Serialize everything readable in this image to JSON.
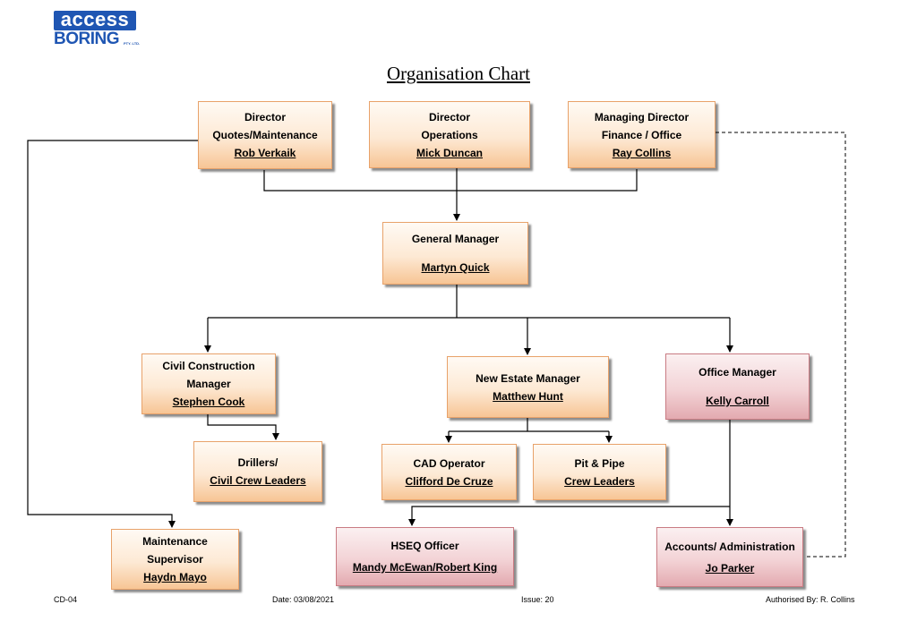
{
  "logo": {
    "line1": "access",
    "line2": "BORING",
    "suffix": "PTY. LTD."
  },
  "title": "Organisation Chart",
  "nodes": {
    "director_quotes": {
      "role1": "Director",
      "role2": "Quotes/Maintenance",
      "name": "Rob Verkaik"
    },
    "director_operations": {
      "role1": "Director",
      "role2": "Operations",
      "name": "Mick Duncan"
    },
    "managing_director": {
      "role1": "Managing Director",
      "role2": "Finance / Office",
      "name": "Ray Collins"
    },
    "general_manager": {
      "role1": "General Manager",
      "name": "Martyn Quick"
    },
    "civil_construction_manager": {
      "role1": "Civil Construction",
      "role2": "Manager",
      "name": "Stephen Cook"
    },
    "new_estate_manager": {
      "role1": "New Estate Manager",
      "name": "Matthew Hunt"
    },
    "office_manager": {
      "role1": "Office Manager",
      "name": "Kelly Carroll"
    },
    "drillers": {
      "role1": "Drillers/",
      "name": "Civil Crew Leaders"
    },
    "cad_operator": {
      "role1": "CAD Operator",
      "name": "Clifford De Cruze"
    },
    "pit_pipe": {
      "role1": "Pit & Pipe",
      "name": "Crew Leaders"
    },
    "maintenance_supervisor": {
      "role1": "Maintenance",
      "role2": "Supervisor",
      "name": "Haydn Mayo"
    },
    "hseq_officer": {
      "role1": "HSEQ Officer",
      "name": "Mandy McEwan/Robert King"
    },
    "accounts_admin": {
      "role1": "Accounts/ Administration",
      "name": "Jo Parker"
    }
  },
  "footer": {
    "doc_code": "CD-04",
    "date": "Date: 03/08/2021",
    "issue": "Issue: 20",
    "authorised": "Authorised By:  R. Collins"
  },
  "colors": {
    "orange_box": "#fde9d4",
    "pink_box": "#f3d3d6",
    "logo_blue": "#1f56b3"
  }
}
